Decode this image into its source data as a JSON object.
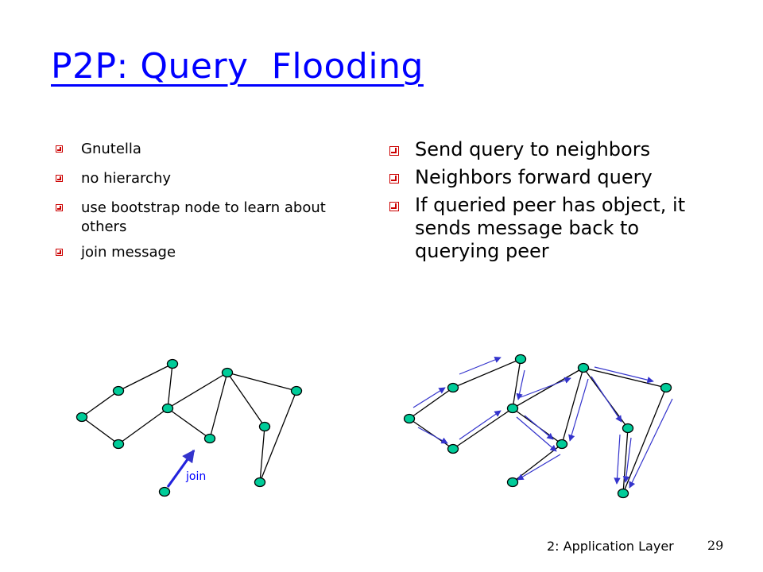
{
  "slide": {
    "title": "P2P: Query  Flooding",
    "left_bullets": [
      "Gnutella",
      "no hierarchy",
      "use bootstrap node to learn about others",
      "join message"
    ],
    "right_bullets": [
      "Send query to neighbors",
      "Neighbors forward query",
      "If queried peer has object, it sends message back to querying peer"
    ],
    "join_label": "join",
    "footer_label": "2: Application Layer",
    "page_number": "29"
  },
  "colors": {
    "title": "#0000ff",
    "bullet": "#cc0000",
    "node_fill": "#00cc99",
    "edge": "#000000",
    "arrow": "#3333cc"
  }
}
